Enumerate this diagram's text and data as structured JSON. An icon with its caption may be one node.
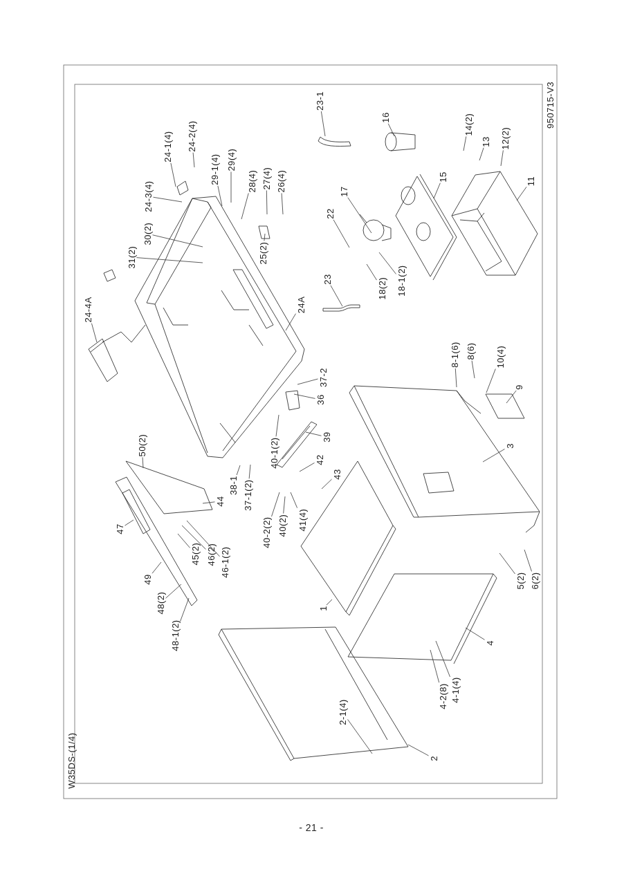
{
  "diagram": {
    "nodes": [
      {
        "text": [
          "23-1"
        ]
      },
      {
        "text": [
          "16"
        ]
      },
      {
        "text": [
          "24-1(4)"
        ]
      },
      {
        "text": [
          "24-2(4)"
        ]
      },
      {
        "text": [
          "24-3(4)"
        ]
      },
      {
        "text": [
          "29-1(4)"
        ]
      },
      {
        "text": [
          "29(4)"
        ]
      },
      {
        "text": [
          "28(4)"
        ]
      },
      {
        "text": [
          "27(4)"
        ]
      },
      {
        "text": [
          "26(4)"
        ]
      },
      {
        "text": [
          "14(2)"
        ]
      },
      {
        "text": [
          "13"
        ]
      },
      {
        "text": [
          "12(2)"
        ]
      },
      {
        "text": [
          "17"
        ]
      },
      {
        "text": [
          "22"
        ]
      },
      {
        "text": [
          "15"
        ]
      },
      {
        "text": [
          "11"
        ]
      },
      {
        "text": [
          "30(2)"
        ]
      },
      {
        "text": [
          "31(2)"
        ]
      },
      {
        "text": [
          "25(2)"
        ]
      },
      {
        "text": [
          "23"
        ]
      },
      {
        "text": [
          "18(2)"
        ]
      },
      {
        "text": [
          "18-1(2)"
        ]
      },
      {
        "text": [
          "24-4A"
        ]
      },
      {
        "text": [
          "24A"
        ]
      },
      {
        "text": [
          "8-1(6)"
        ]
      },
      {
        "text": [
          "8(6)"
        ]
      },
      {
        "text": [
          "10(4)"
        ]
      },
      {
        "text": [
          "37-2"
        ]
      },
      {
        "text": [
          "9"
        ]
      },
      {
        "text": [
          "36"
        ]
      },
      {
        "text": [
          "39"
        ]
      },
      {
        "text": [
          "3"
        ]
      },
      {
        "text": [
          "50(2)"
        ]
      },
      {
        "text": [
          "42"
        ]
      },
      {
        "text": [
          "40-1(2)"
        ]
      },
      {
        "text": [
          "38-1"
        ]
      },
      {
        "text": [
          "37-1(2)"
        ]
      },
      {
        "text": [
          "43"
        ]
      },
      {
        "text": [
          "44"
        ]
      },
      {
        "text": [
          "41(4)"
        ]
      },
      {
        "text": [
          "40(2)"
        ]
      },
      {
        "text": [
          "40-2(2)"
        ]
      },
      {
        "text": [
          "47"
        ]
      },
      {
        "text": [
          "45(2)"
        ]
      },
      {
        "text": [
          "46(2)"
        ]
      },
      {
        "text": [
          "46-1(2)"
        ]
      },
      {
        "text": [
          "5(2)"
        ]
      },
      {
        "text": [
          "6(2)"
        ]
      },
      {
        "text": [
          "49"
        ]
      },
      {
        "text": [
          "48(2)"
        ]
      },
      {
        "text": [
          "1"
        ]
      },
      {
        "text": [
          "48-1(2)"
        ]
      },
      {
        "text": [
          "4"
        ]
      },
      {
        "text": [
          "4-2(8)"
        ]
      },
      {
        "text": [
          "4-1(4)"
        ]
      },
      {
        "text": [
          "2-1(4)"
        ]
      },
      {
        "text": [
          "2"
        ]
      }
    ],
    "edges": [
      {
        "from": 0,
        "to": null,
        "arrow": "none"
      },
      {
        "from": 1,
        "to": null,
        "arrow": "none"
      },
      {
        "from": 2,
        "to": null,
        "arrow": "none"
      },
      {
        "from": 3,
        "to": null,
        "arrow": "none"
      },
      {
        "from": 4,
        "to": null,
        "arrow": "none"
      },
      {
        "from": 5,
        "to": null,
        "arrow": "none"
      },
      {
        "from": 6,
        "to": null,
        "arrow": "none"
      },
      {
        "from": 7,
        "to": null,
        "arrow": "none"
      },
      {
        "from": 8,
        "to": null,
        "arrow": "none"
      },
      {
        "from": 9,
        "to": null,
        "arrow": "none"
      },
      {
        "from": 10,
        "to": null,
        "arrow": "none"
      },
      {
        "from": 11,
        "to": null,
        "arrow": "none"
      },
      {
        "from": 12,
        "to": null,
        "arrow": "none"
      },
      {
        "from": 13,
        "to": null,
        "arrow": "none"
      },
      {
        "from": 14,
        "to": null,
        "arrow": "none"
      },
      {
        "from": 15,
        "to": null,
        "arrow": "none"
      },
      {
        "from": 16,
        "to": null,
        "arrow": "none"
      },
      {
        "from": 17,
        "to": null,
        "arrow": "none"
      },
      {
        "from": 18,
        "to": null,
        "arrow": "none"
      },
      {
        "from": 19,
        "to": null,
        "arrow": "none"
      },
      {
        "from": 20,
        "to": null,
        "arrow": "none"
      },
      {
        "from": 21,
        "to": null,
        "arrow": "none"
      },
      {
        "from": 22,
        "to": null,
        "arrow": "none"
      },
      {
        "from": 23,
        "to": null,
        "arrow": "none"
      },
      {
        "from": 24,
        "to": null,
        "arrow": "none"
      },
      {
        "from": 25,
        "to": null,
        "arrow": "none"
      },
      {
        "from": 26,
        "to": null,
        "arrow": "none"
      },
      {
        "from": 27,
        "to": null,
        "arrow": "none"
      },
      {
        "from": 28,
        "to": null,
        "arrow": "none"
      },
      {
        "from": 29,
        "to": null,
        "arrow": "none"
      },
      {
        "from": 30,
        "to": null,
        "arrow": "none"
      },
      {
        "from": 31,
        "to": null,
        "arrow": "none"
      },
      {
        "from": 32,
        "to": null,
        "arrow": "none"
      },
      {
        "from": 33,
        "to": null,
        "arrow": "none"
      },
      {
        "from": 34,
        "to": null,
        "arrow": "none"
      },
      {
        "from": 35,
        "to": null,
        "arrow": "none"
      },
      {
        "from": 36,
        "to": null,
        "arrow": "none"
      },
      {
        "from": 37,
        "to": null,
        "arrow": "none"
      },
      {
        "from": 38,
        "to": null,
        "arrow": "none"
      },
      {
        "from": 39,
        "to": null,
        "arrow": "none"
      },
      {
        "from": 40,
        "to": null,
        "arrow": "none"
      },
      {
        "from": 41,
        "to": null,
        "arrow": "none"
      },
      {
        "from": 42,
        "to": null,
        "arrow": "none"
      },
      {
        "from": 43,
        "to": null,
        "arrow": "none"
      },
      {
        "from": 44,
        "to": null,
        "arrow": "none"
      },
      {
        "from": 45,
        "to": null,
        "arrow": "none"
      },
      {
        "from": 46,
        "to": null,
        "arrow": "none"
      },
      {
        "from": 47,
        "to": null,
        "arrow": "none"
      },
      {
        "from": 48,
        "to": null,
        "arrow": "none"
      },
      {
        "from": 49,
        "to": null,
        "arrow": "none"
      },
      {
        "from": 50,
        "to": null,
        "arrow": "none"
      },
      {
        "from": 51,
        "to": null,
        "arrow": "none"
      },
      {
        "from": 52,
        "to": null,
        "arrow": "none"
      },
      {
        "from": 53,
        "to": null,
        "arrow": "none"
      },
      {
        "from": 54,
        "to": null,
        "arrow": "none"
      },
      {
        "from": 55,
        "to": null,
        "arrow": "none"
      },
      {
        "from": 56,
        "to": null,
        "arrow": "none"
      },
      {
        "from": 57,
        "to": null,
        "arrow": "none"
      }
    ],
    "labels": [
      "950715-V3",
      "W35DS-(1/4)",
      "- 21 -"
    ]
  }
}
